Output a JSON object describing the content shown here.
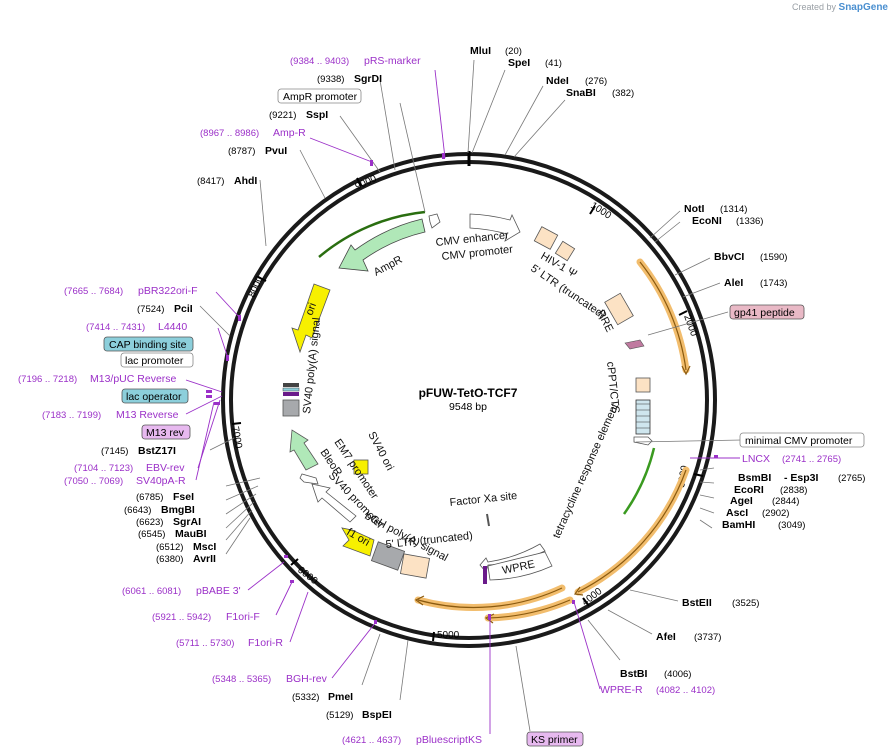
{
  "header": {
    "brand_prefix": "Created by",
    "brand_name": "SnapGene"
  },
  "plasmid": {
    "name": "pFUW-TetO-TCF7",
    "size_label": "9548 bp",
    "length": 9548
  },
  "colors": {
    "enzyme": "#000000",
    "primer": "#9b30c8",
    "amp": "#b0e8b8",
    "ori": "#f7f000",
    "grey": "#a7a9ac",
    "peach": "#fce2c4",
    "wpre": "#f2bd6d",
    "promoter": "#ffffff",
    "gp41": "#e9b9c6",
    "cap": "#8ccfdb"
  },
  "ticks": [
    "1000",
    "2000",
    "3000",
    "4000",
    "5000",
    "6000",
    "7000",
    "8000",
    "9000"
  ],
  "enzymes": [
    {
      "name": "MluI",
      "pos": "(20)"
    },
    {
      "name": "SpeI",
      "pos": "(41)"
    },
    {
      "name": "NdeI",
      "pos": "(276)"
    },
    {
      "name": "SnaBI",
      "pos": "(382)"
    },
    {
      "name": "NotI",
      "pos": "(1314)"
    },
    {
      "name": "EcoNI",
      "pos": "(1336)"
    },
    {
      "name": "BbvCI",
      "pos": "(1590)"
    },
    {
      "name": "AleI",
      "pos": "(1743)"
    },
    {
      "name": "BsmBI",
      "pos": ""
    },
    {
      "name": "- Esp3I",
      "pos": "(2765)"
    },
    {
      "name": "EcoRI",
      "pos": "(2838)"
    },
    {
      "name": "AgeI",
      "pos": "(2844)"
    },
    {
      "name": "AscI",
      "pos": "(2902)"
    },
    {
      "name": "BamHI",
      "pos": "(3049)"
    },
    {
      "name": "BstEII",
      "pos": "(3525)"
    },
    {
      "name": "AfeI",
      "pos": "(3737)"
    },
    {
      "name": "BstBI",
      "pos": "(4006)"
    },
    {
      "name": "BspEI",
      "pos": "(5129)"
    },
    {
      "name": "PmeI",
      "pos": "(5332)"
    },
    {
      "name": "AvrII",
      "pos": "(6380)"
    },
    {
      "name": "MscI",
      "pos": "(6512)"
    },
    {
      "name": "MauBI",
      "pos": "(6545)"
    },
    {
      "name": "SgrAI",
      "pos": "(6623)"
    },
    {
      "name": "BmgBI",
      "pos": "(6643)"
    },
    {
      "name": "FseI",
      "pos": "(6785)"
    },
    {
      "name": "BstZ17I",
      "pos": "(7145)"
    },
    {
      "name": "PciI",
      "pos": "(7524)"
    },
    {
      "name": "AhdI",
      "pos": "(8417)"
    },
    {
      "name": "PvuI",
      "pos": "(8787)"
    },
    {
      "name": "SspI",
      "pos": "(9221)"
    },
    {
      "name": "SgrDI",
      "pos": "(9338)"
    }
  ],
  "primers": [
    {
      "name": "pRS-marker",
      "range": "(9384 .. 9403)"
    },
    {
      "name": "Amp-R",
      "range": "(8967 .. 8986)"
    },
    {
      "name": "pBR322ori-F",
      "range": "(7665 .. 7684)"
    },
    {
      "name": "L4440",
      "range": "(7414 .. 7431)"
    },
    {
      "name": "M13/pUC Reverse",
      "range": "(7196 .. 7218)"
    },
    {
      "name": "M13 Reverse",
      "range": "(7183 .. 7199)"
    },
    {
      "name": "EBV-rev",
      "range": "(7104 .. 7123)"
    },
    {
      "name": "SV40pA-R",
      "range": "(7050 .. 7069)"
    },
    {
      "name": "pBABE 3'",
      "range": "(6061 .. 6081)"
    },
    {
      "name": "F1ori-F",
      "range": "(5921 .. 5942)"
    },
    {
      "name": "F1ori-R",
      "range": "(5711 .. 5730)"
    },
    {
      "name": "BGH-rev",
      "range": "(5348 .. 5365)"
    },
    {
      "name": "pBluescriptKS",
      "range": "(4621 .. 4637)"
    },
    {
      "name": "WPRE-R",
      "range": "(4082 .. 4102)"
    },
    {
      "name": "LNCX",
      "range": "(2741 .. 2765)"
    }
  ],
  "boxed_labels": [
    {
      "text": "AmpR promoter"
    },
    {
      "text": "CAP binding site"
    },
    {
      "text": "lac promoter"
    },
    {
      "text": "lac operator"
    },
    {
      "text": "M13 rev"
    },
    {
      "text": "gp41 peptide"
    },
    {
      "text": "minimal CMV promoter"
    },
    {
      "text": "KS primer"
    }
  ],
  "features": [
    {
      "label": "CMV enhancer"
    },
    {
      "label": "CMV promoter"
    },
    {
      "label": "HIV-1 Ψ"
    },
    {
      "label": "5' LTR (truncated)"
    },
    {
      "label": "RRE"
    },
    {
      "label": "cPPT/CTS"
    },
    {
      "label": "tetracycline response element"
    },
    {
      "label": "Factor Xa site"
    },
    {
      "label": "WPRE"
    },
    {
      "label": "5' LTR (truncated)"
    },
    {
      "label": "bGH poly(A) signal"
    },
    {
      "label": "SV40 promoter"
    },
    {
      "label": "EM7 promoter"
    },
    {
      "label": "BleoR"
    },
    {
      "label": "SV40 ori"
    },
    {
      "label": "f1 ori"
    },
    {
      "label": "SV40 poly(A) signal"
    },
    {
      "label": "ori"
    },
    {
      "label": "AmpR"
    }
  ]
}
